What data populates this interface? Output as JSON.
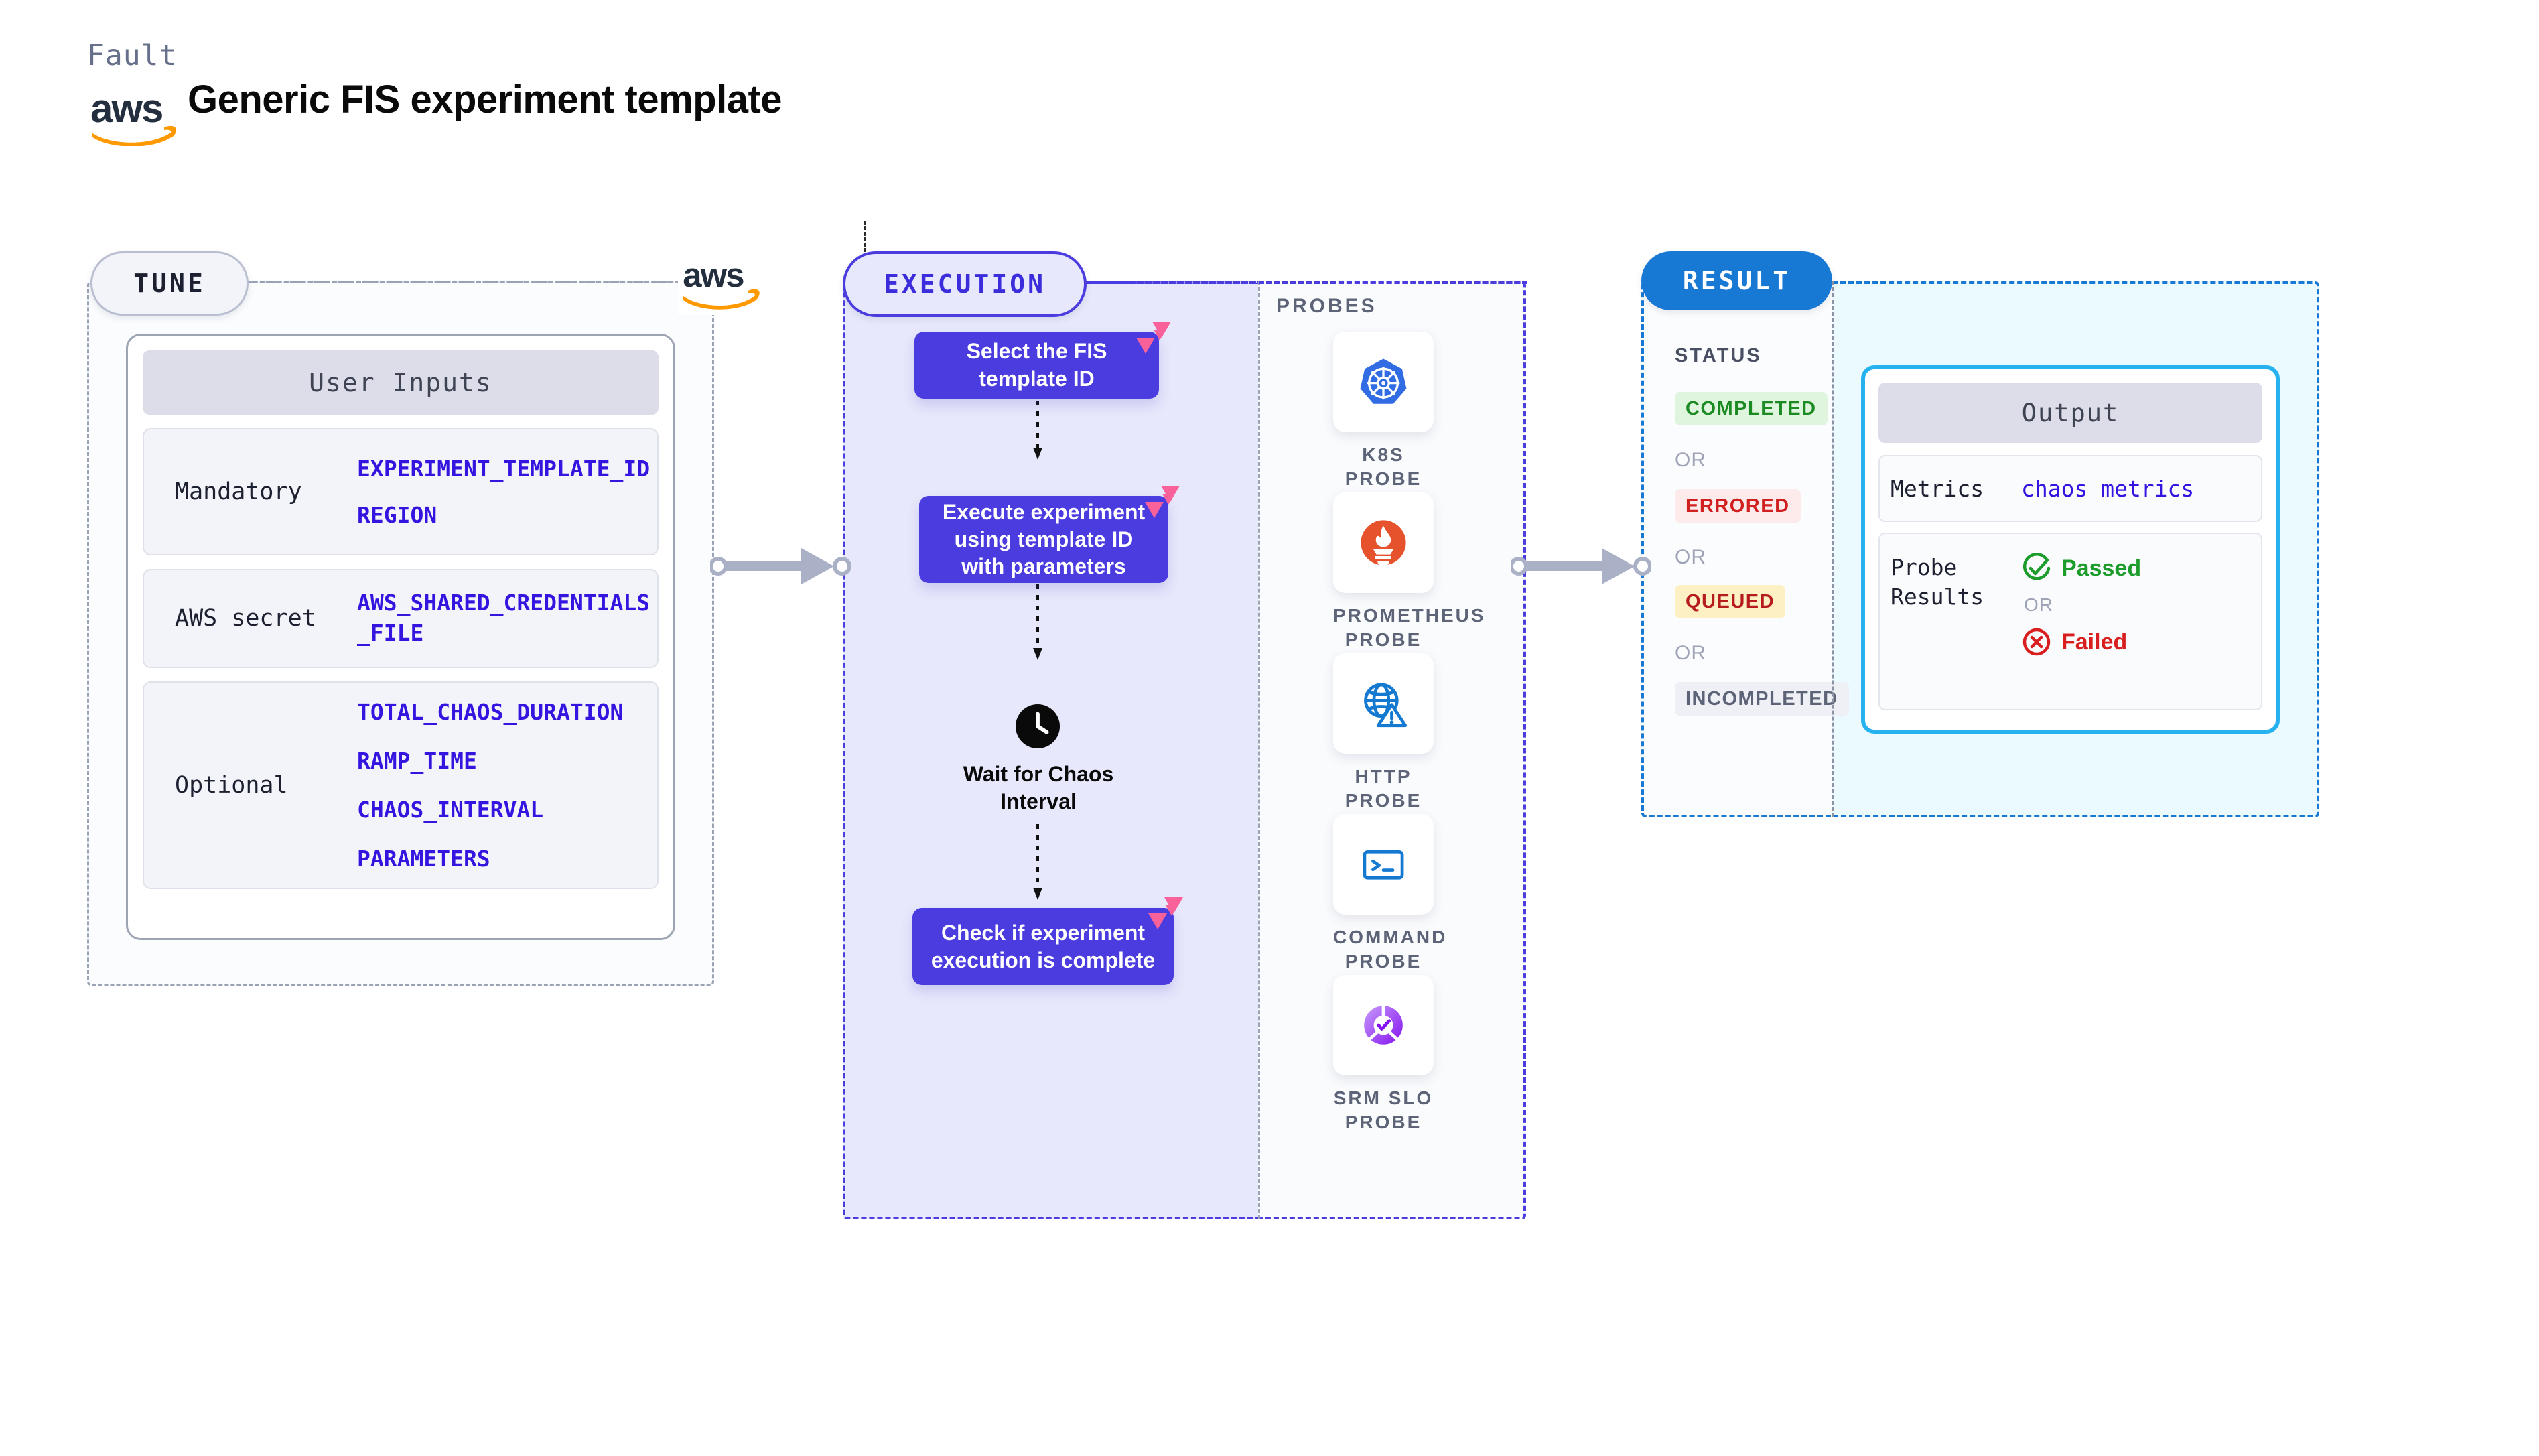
{
  "header": {
    "eyebrow": "Fault",
    "title": "Generic FIS experiment template",
    "logo": "aws-logo"
  },
  "tune": {
    "pill_label": "TUNE",
    "aws_badge_icon": "aws-logo",
    "card_title": "User Inputs",
    "groups": [
      {
        "label": "Mandatory",
        "vars": [
          "EXPERIMENT_TEMPLATE_ID",
          "REGION"
        ]
      },
      {
        "label": "AWS secret",
        "vars": [
          "AWS_SHARED_CREDENTIALS\n_FILE"
        ]
      },
      {
        "label": "Optional",
        "vars": [
          "TOTAL_CHAOS_DURATION",
          "RAMP_TIME",
          "CHAOS_INTERVAL",
          "PARAMETERS"
        ]
      }
    ]
  },
  "execution": {
    "pill_label": "EXECUTION",
    "steps": [
      {
        "text": "Select the FIS template ID",
        "badge": "litmus-logo-icon"
      },
      {
        "text": "Execute experiment using template ID with parameters",
        "badge": "litmus-logo-icon"
      },
      {
        "text": "Wait for Chaos Interval",
        "icon": "clock-icon"
      },
      {
        "text": "Check if experiment execution is complete",
        "badge": "litmus-logo-icon"
      }
    ],
    "probes_title": "PROBES",
    "probes": [
      {
        "label": "K8S PROBE",
        "icon": "kubernetes-icon"
      },
      {
        "label": "PROMETHEUS PROBE",
        "icon": "prometheus-icon"
      },
      {
        "label": "HTTP PROBE",
        "icon": "http-globe-warning-icon"
      },
      {
        "label": "COMMAND PROBE",
        "icon": "terminal-icon"
      },
      {
        "label": "SRM SLO PROBE",
        "icon": "srm-slo-donut-icon"
      }
    ]
  },
  "result": {
    "pill_label": "RESULT",
    "status_title": "STATUS",
    "or_label": "OR",
    "statuses": [
      {
        "label": "COMPLETED",
        "text_color": "#1c8a22",
        "bg_color": "#dff5de"
      },
      {
        "label": "ERRORED",
        "text_color": "#d02020",
        "bg_color": "#fdeaea"
      },
      {
        "label": "QUEUED",
        "text_color": "#b71c1c",
        "bg_color": "#fdf0c4"
      },
      {
        "label": "INCOMPLETED",
        "text_color": "#5d6478",
        "bg_color": "#eef0f5"
      }
    ],
    "output": {
      "title": "Output",
      "metrics_label": "Metrics",
      "metrics_value": "chaos metrics",
      "probe_results_label": "Probe Results",
      "passed_label": "Passed",
      "failed_label": "Failed",
      "or_label": "OR",
      "passed_color": "#1c9c2a",
      "failed_color": "#d81e1e"
    }
  },
  "colors": {
    "execution_purple": "#4b3ce0",
    "result_blue": "#1879d4",
    "output_cyan": "#26b2ef",
    "litmus_pink": "#f9619b",
    "var_blue": "#3415e0"
  }
}
